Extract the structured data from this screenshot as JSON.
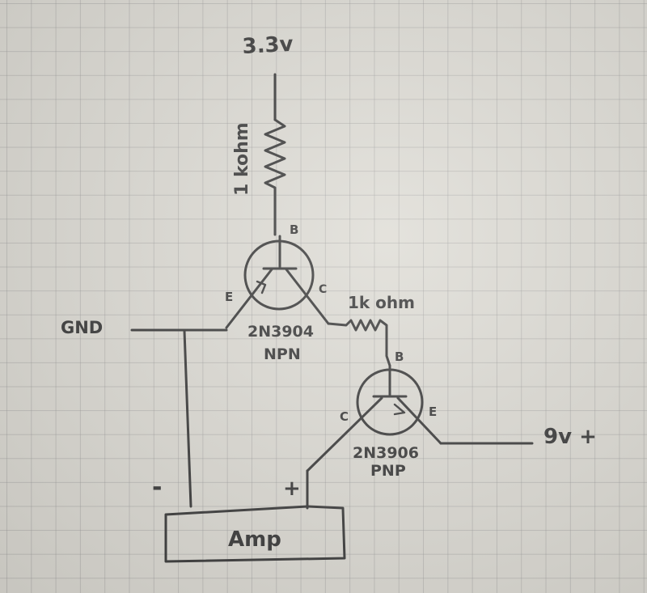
{
  "labels": {
    "supply_3v3": "3.3v",
    "r1": "1 kohm",
    "r2": "1k ohm",
    "gnd": "GND",
    "supply_9v": "9v +",
    "amp": "Amp",
    "minus": "-",
    "plus": "+"
  },
  "npn": {
    "part": "2N3904",
    "type": "NPN",
    "b": "B",
    "c": "C",
    "e": "E"
  },
  "pnp": {
    "part": "2N3906",
    "type": "PNP",
    "b": "B",
    "c": "C",
    "e": "E"
  },
  "ink_color": "#3b3b3b"
}
